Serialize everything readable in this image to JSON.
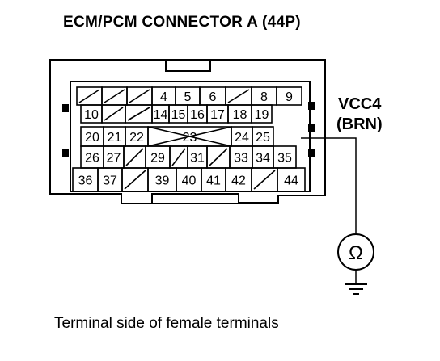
{
  "header": {
    "title": "ECM/PCM CONNECTOR A (44P)"
  },
  "signal": {
    "name": "VCC4",
    "wire_color": "(BRN)"
  },
  "footer": {
    "caption": "Terminal side of female terminals"
  },
  "meter": {
    "symbol": "Ω",
    "icon": "ohmmeter-icon",
    "ground_icon": "ground-icon"
  },
  "connector": {
    "rows": [
      [
        "",
        "",
        "",
        "4",
        "5",
        "6",
        "",
        "8",
        "9"
      ],
      [
        "10",
        "",
        "",
        "14",
        "15",
        "16",
        "17",
        "18",
        "19"
      ],
      [
        "20",
        "21",
        "22",
        "23",
        "24",
        "25"
      ],
      [
        "26",
        "27",
        "",
        "29",
        "",
        "31",
        "",
        "33",
        "34",
        "35"
      ],
      [
        "36",
        "37",
        "",
        "39",
        "40",
        "41",
        "42",
        "",
        "44"
      ]
    ]
  }
}
